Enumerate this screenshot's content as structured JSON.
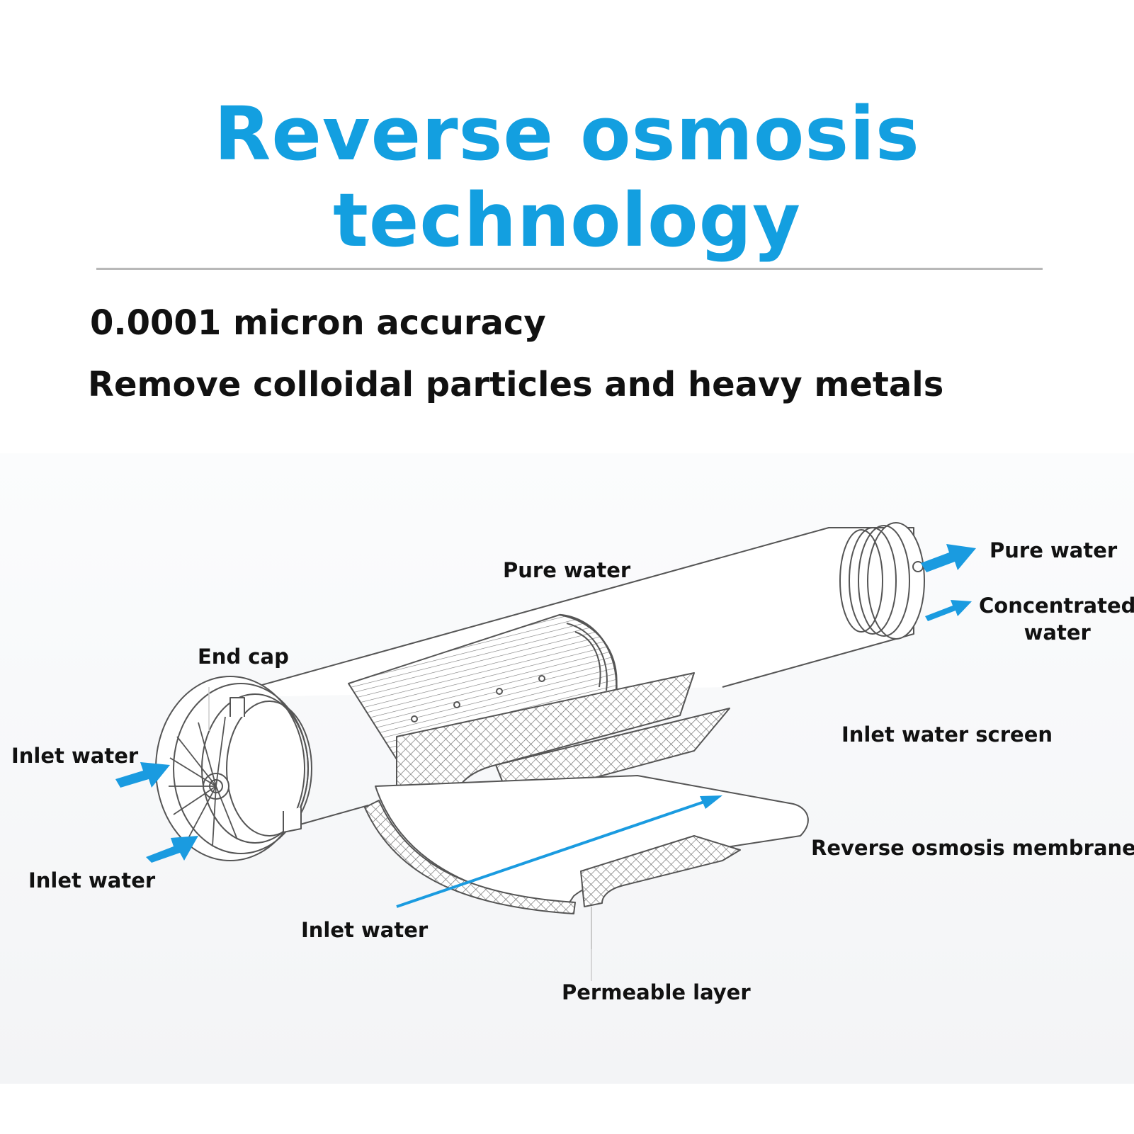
{
  "heading": {
    "title": "Reverse osmosis technology",
    "line1": "0.0001 micron accuracy",
    "line2": "Remove colloidal particles and heavy metals"
  },
  "labels": {
    "pure_water_outlet": "Pure water",
    "concentrated_water": "Concentrated\nwater",
    "pure_water_tube": "Pure water",
    "end_cap": "End cap",
    "inlet_water_screen": "Inlet water screen",
    "inlet_water_left_top": "Inlet water",
    "inlet_water_left_bottom": "Inlet water",
    "inlet_water_center": "Inlet water",
    "reverse_osmosis_membrane": "Reverse osmosis membrane",
    "permeable_layer": "Permeable layer"
  },
  "icons": {
    "flow_arrow": "flow-arrow-icon"
  },
  "colors": {
    "accent": "#139fe0",
    "arrow": "#1a9be0",
    "text": "#111111",
    "rule": "#b8b8b8",
    "line_art": "#555555"
  }
}
